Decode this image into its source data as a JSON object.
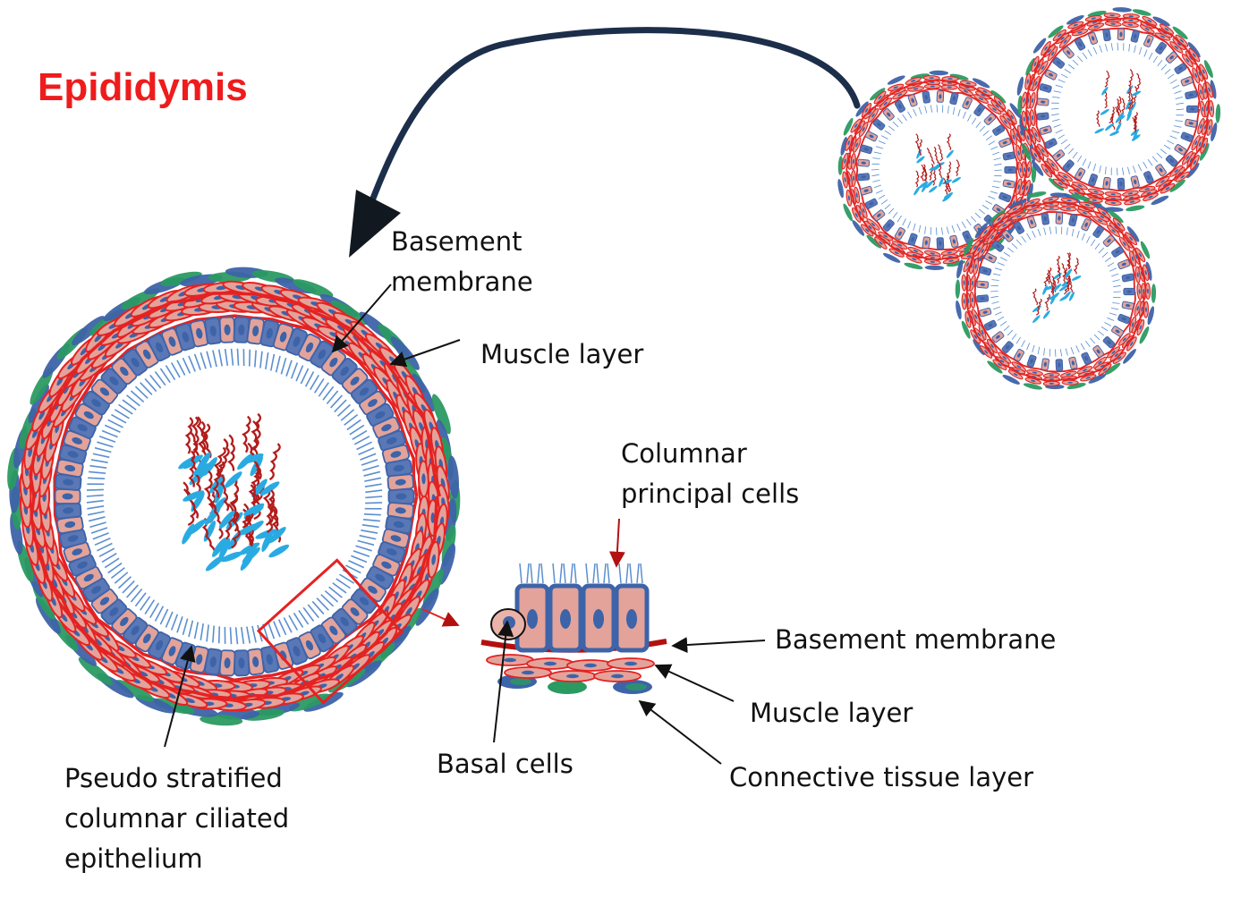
{
  "title": "Epididymis",
  "labels": {
    "basement_membrane_top": [
      "Basement",
      "membrane"
    ],
    "muscle_layer_top": "Muscle layer",
    "columnar_principal_cells": [
      "Columnar",
      "principal cells"
    ],
    "basement_membrane_right": "Basement membrane",
    "muscle_layer_right": "Muscle layer",
    "connective_tissue_layer": "Connective tissue layer",
    "basal_cells": "Basal cells",
    "epithelium": [
      "Pseudo stratified",
      "columnar ciliated",
      "epithelium"
    ]
  },
  "colors": {
    "title": "#ee1c1c",
    "muscle": "#e52222",
    "cell_fill": "#e3a39a",
    "nucleus": "#3d63a8",
    "cilia": "#5b8fd0",
    "connective": "#2b9a62",
    "sperm_head": "#29abe2",
    "sperm_tail": "#b31b1b",
    "arrow": "#1c2e4a",
    "basement": "#b31010"
  },
  "icons": {
    "large_tubule": "epididymis-tubule-cross-section",
    "small_tubules": "tubule-cluster",
    "inset": "epithelium-detail"
  }
}
